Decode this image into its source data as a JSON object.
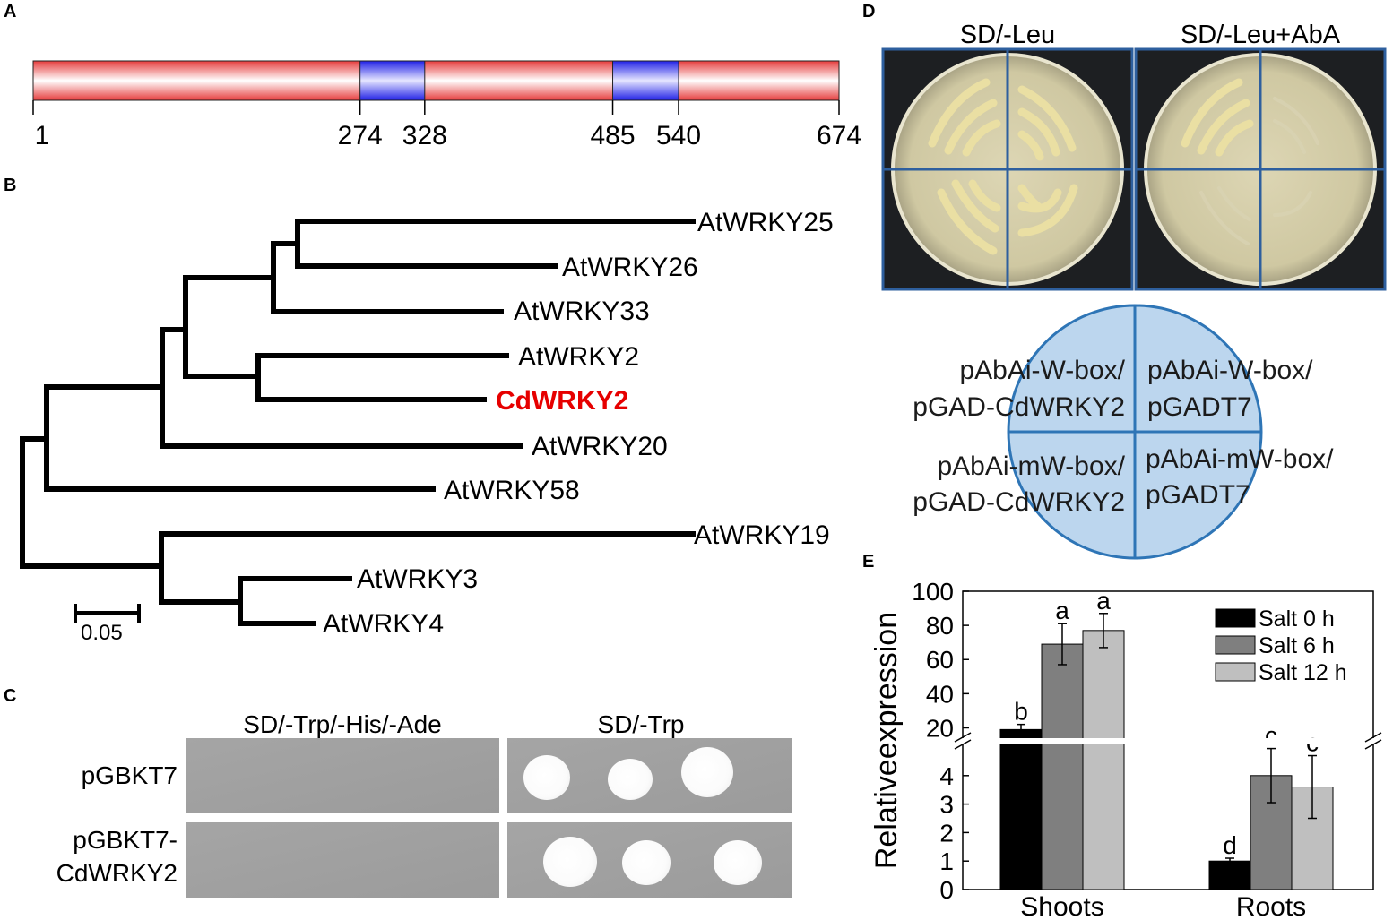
{
  "panels": {
    "A": "A",
    "B": "B",
    "C": "C",
    "D": "D",
    "E": "E"
  },
  "domain_map": {
    "ticks": [
      "1",
      "274",
      "328",
      "485",
      "540",
      "674"
    ],
    "tick_values": [
      1,
      274,
      328,
      485,
      540,
      674
    ],
    "length": 674,
    "domains": [
      {
        "start": 274,
        "end": 328
      },
      {
        "start": 485,
        "end": 540
      }
    ],
    "colors": {
      "body": "#ef4c4c",
      "domain": "#2a2af0"
    }
  },
  "tree": {
    "leaves": [
      "AtWRKY25",
      "AtWRKY26",
      "AtWRKY33",
      "AtWRKY2",
      "CdWRKY2",
      "AtWRKY20",
      "AtWRKY58",
      "AtWRKY19",
      "AtWRKY3",
      "AtWRKY4"
    ],
    "highlight": "CdWRKY2",
    "highlight_color": "#e60000",
    "scale_label": "0.05"
  },
  "y2h": {
    "col_headers": [
      "SD/-Trp/-His/-Ade",
      "SD/-Trp"
    ],
    "row1": "pGBKT7",
    "row2_line1": "pGBKT7-",
    "row2_line2": "CdWRKY2"
  },
  "y1h": {
    "plate_headers": [
      "SD/-Leu",
      "SD/-Leu+AbA"
    ],
    "quad_tl_1": "pAbAi-W-box/",
    "quad_tl_2": "pGAD-CdWRKY2",
    "quad_tr_1": "pAbAi-W-box/",
    "quad_tr_2": "pGADT7",
    "quad_bl_1": "pAbAi-mW-box/",
    "quad_bl_2": "pGAD-CdWRKY2",
    "quad_br_1": "pAbAi-mW-box/",
    "quad_br_2": "pGADT7",
    "circle_color": "#bcd6ee",
    "line_color": "#2e75b6"
  },
  "chart_data": {
    "type": "bar",
    "categories": [
      "Shoots",
      "Roots"
    ],
    "ylabel": "Relativeexpression",
    "axis_break": true,
    "lower_range": [
      0,
      5
    ],
    "upper_range": [
      15,
      100
    ],
    "lower_ticks": [
      "0",
      "1",
      "2",
      "3",
      "4"
    ],
    "upper_ticks": [
      "20",
      "40",
      "60",
      "80",
      "100"
    ],
    "series": [
      {
        "name": "Salt 0 h",
        "color": "#000000",
        "values": [
          19,
          1.0
        ],
        "errors": [
          3,
          0.1
        ],
        "letters": [
          "b",
          "d"
        ]
      },
      {
        "name": "Salt 6 h",
        "color": "#7f7f7f",
        "values": [
          69,
          4.0
        ],
        "errors": [
          12,
          0.95
        ],
        "letters": [
          "a",
          "c"
        ]
      },
      {
        "name": "Salt 12 h",
        "color": "#bfbfbf",
        "values": [
          77,
          3.6
        ],
        "errors": [
          10,
          1.1
        ],
        "letters": [
          "a",
          "c"
        ]
      }
    ],
    "legend_position": "top-right"
  }
}
